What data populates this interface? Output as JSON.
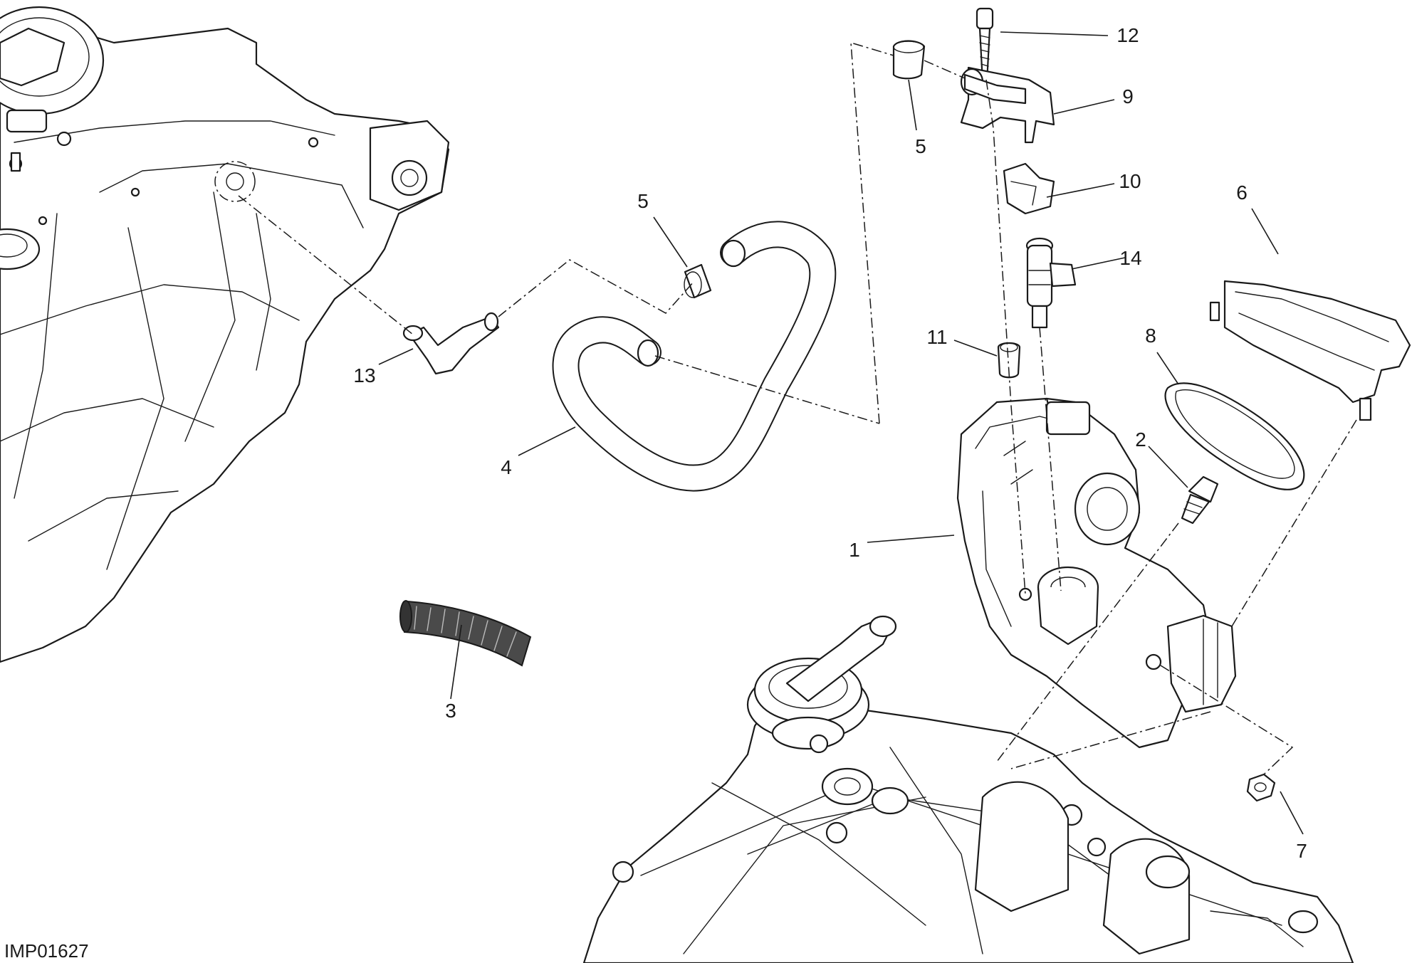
{
  "figure_code": "IMP01627",
  "callouts": [
    {
      "label": "1"
    },
    {
      "label": "2"
    },
    {
      "label": "3"
    },
    {
      "label": "4"
    },
    {
      "label": "5"
    },
    {
      "label": "5"
    },
    {
      "label": "6"
    },
    {
      "label": "7"
    },
    {
      "label": "8"
    },
    {
      "label": "9"
    },
    {
      "label": "10"
    },
    {
      "label": "11"
    },
    {
      "label": "12"
    },
    {
      "label": "13"
    },
    {
      "label": "14"
    }
  ]
}
